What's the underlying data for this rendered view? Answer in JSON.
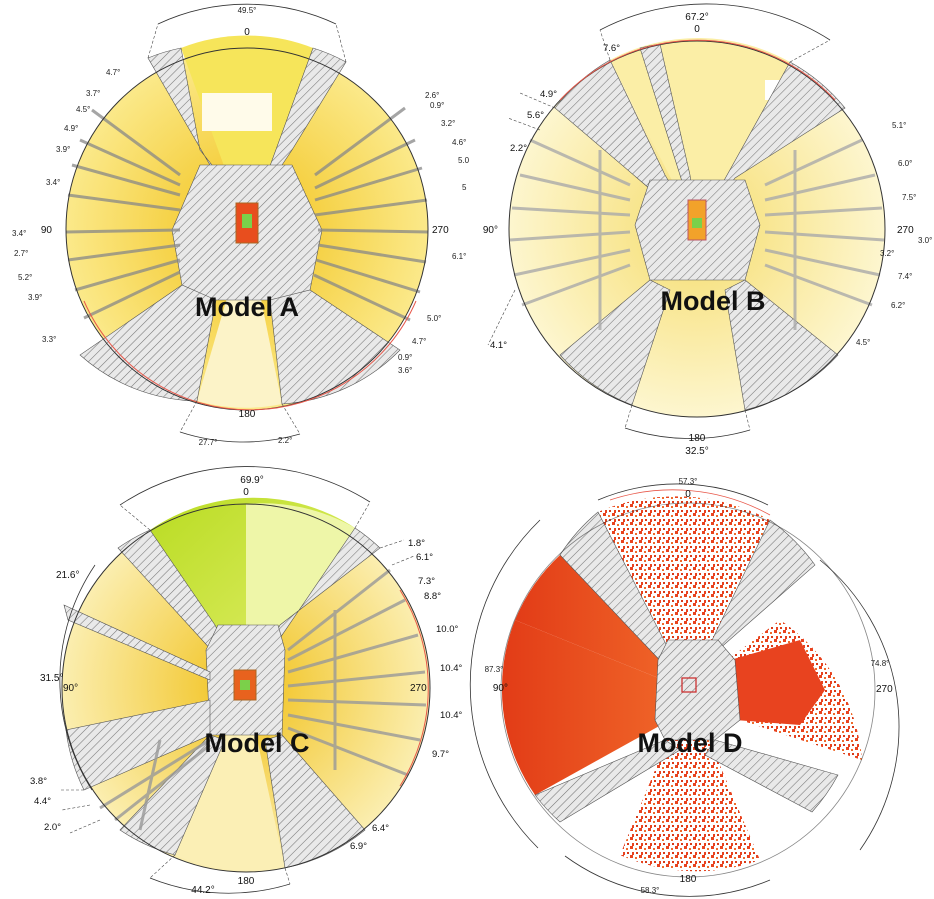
{
  "colors": {
    "hatch_fill": "#e6e6e6",
    "hatch_line": "#7a7a7a",
    "outline": "#333333",
    "arc_red": "#e8584a",
    "yellow": "#f4d21c",
    "pale_yellow": "#fbf0a6",
    "lime": "#cde83a",
    "red_scan": "#e8431f"
  },
  "panels": [
    {
      "name": "Model A",
      "top_angle": "49.5°",
      "bottom_angle": "27.7°",
      "bottom_angle2": "2.2°",
      "axis": {
        "top": "0",
        "left": "90",
        "right": "270",
        "bottom": "180"
      },
      "left_angles": [
        "4.7°",
        "3.7°",
        "4.5°",
        "4.9°",
        "3.9°",
        "3.4°",
        "3.4°",
        "2.7°",
        "5.2°",
        "3.9°",
        "3.3°"
      ],
      "right_angles": [
        "2.6°",
        "0.9°",
        "3.2°",
        "4.6°",
        "5.0",
        "5",
        "6.1°",
        "5.0°",
        "4.7°",
        "0.9°",
        "3.6°"
      ]
    },
    {
      "name": "Model B",
      "top_angle": "67.2°",
      "bottom_angle": "32.5°",
      "axis": {
        "top": "0",
        "left": "90°",
        "right": "270",
        "bottom": "180"
      },
      "left_angles": [
        "7.6°",
        "4.9°",
        "5.6°",
        "2.2°",
        "4.1°"
      ],
      "right_angles": [
        "5.1°",
        "6.0°",
        "7.5°",
        "3.0°",
        "3.2°",
        "7.4°",
        "6.2°",
        "4.5°"
      ]
    },
    {
      "name": "Model C",
      "top_angle": "69.9°",
      "bottom_angle": "44.2°",
      "axis": {
        "top": "0",
        "left": "90°",
        "right": "270",
        "bottom": "180"
      },
      "left_angles": [
        "21.6°",
        "31.5°",
        "3.8°",
        "4.4°",
        "2.0°"
      ],
      "right_angles": [
        "1.8°",
        "6.1°",
        "7.3°",
        "8.8°",
        "10.0°",
        "10.4°",
        "10.4°",
        "9.7°",
        "6.4°",
        "6.9°"
      ]
    },
    {
      "name": "Model D",
      "top_angle": "57.3°",
      "bottom_angle": "58.3°",
      "left_angle": "87.3°",
      "right_angle": "74.8°",
      "axis": {
        "top": "0",
        "left": "90°",
        "right": "270",
        "bottom": "180"
      }
    }
  ]
}
